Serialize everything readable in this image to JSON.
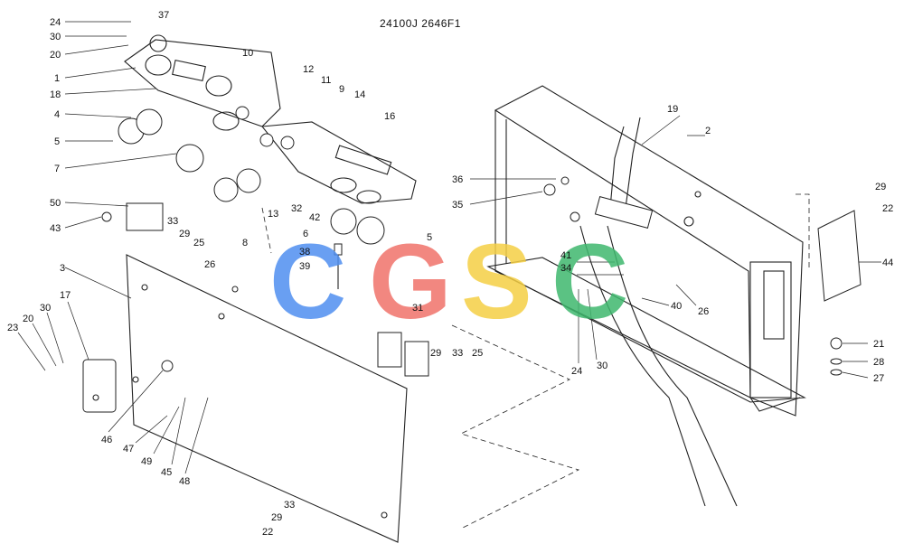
{
  "title": "24100J 2646F1",
  "watermark": {
    "letters": [
      "C",
      "G",
      "S",
      "C"
    ],
    "colors": [
      "#4f8ff0",
      "#f0736b",
      "#f5cf45",
      "#3fb86e"
    ]
  },
  "callouts": [
    "24",
    "30",
    "20",
    "1",
    "18",
    "4",
    "5",
    "7",
    "50",
    "43",
    "37",
    "10",
    "12",
    "11",
    "9",
    "14",
    "16",
    "13",
    "32",
    "42",
    "8",
    "33",
    "29",
    "25",
    "26",
    "6",
    "38",
    "39",
    "5",
    "31",
    "3",
    "17",
    "23",
    "20",
    "30",
    "46",
    "47",
    "49",
    "45",
    "48",
    "29",
    "33",
    "25",
    "33",
    "29",
    "22",
    "19",
    "2",
    "36",
    "35",
    "41",
    "34",
    "24",
    "30",
    "40",
    "26",
    "29",
    "22",
    "44",
    "21",
    "28",
    "27"
  ]
}
